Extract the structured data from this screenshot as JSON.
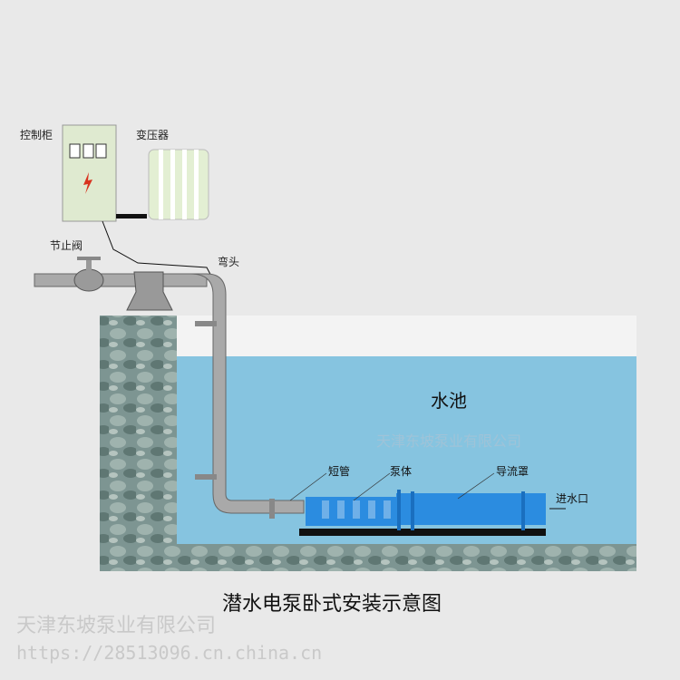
{
  "labels": {
    "control_cabinet": "控制柜",
    "transformer": "变压器",
    "valve": "节止阀",
    "elbow": "弯头",
    "pool": "水池",
    "short_pipe": "短管",
    "pump_body": "泵体",
    "guide_shroud": "导流罩",
    "water_inlet": "进水口"
  },
  "title": "潜水电泵卧式安装示意图",
  "watermarks": {
    "company_inner": "天津东坡泵业有限公司",
    "company": "天津东坡泵业有限公司",
    "url": "https://28513096.cn.china.cn"
  },
  "colors": {
    "water": "#86c4e0",
    "pump": "#2b8ce0",
    "pipe": "#a9a9a9",
    "cabinet": "#dfead0",
    "stone": "#6f8a86"
  }
}
